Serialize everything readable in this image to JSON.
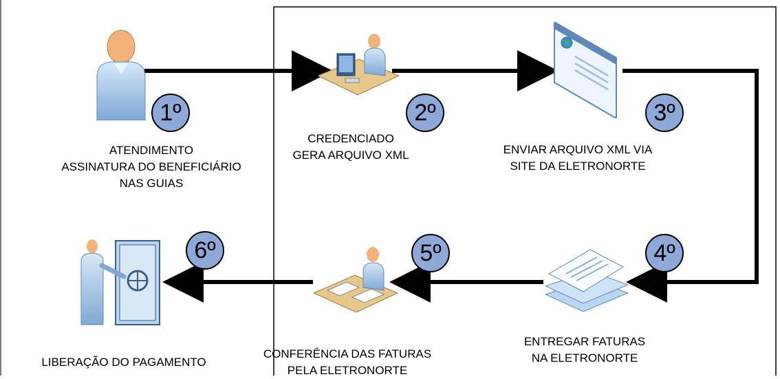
{
  "steps": [
    {
      "number": "1º",
      "label": "ATENDIMENTO\nASSINATURA DO BENEFICIÁRIO\nNAS GUIAS",
      "icon": "user-icon"
    },
    {
      "number": "2º",
      "label": "CREDENCIADO\nGERA ARQUIVO XML",
      "icon": "computer-workstation-icon"
    },
    {
      "number": "3º",
      "label": "ENVIAR ARQUIVO XML VIA\nSITE DA ELETRONORTE",
      "icon": "web-page-icon"
    },
    {
      "number": "4º",
      "label": "ENTREGAR FATURAS\nNA ELETRONORTE",
      "icon": "documents-stack-icon"
    },
    {
      "number": "5º",
      "label": "CONFERÊNCIA DAS FATURAS\nPELA ELETRONORTE",
      "icon": "desk-paperwork-icon"
    },
    {
      "number": "6º",
      "label": "LIBERAÇÃO DO PAGAMENTO",
      "icon": "safe-vault-icon"
    }
  ],
  "colors": {
    "badge_fill": "#8ea9d8",
    "person_blue": "#a8c8e8",
    "skin": "#f2b27a",
    "arrow": "#000000"
  }
}
